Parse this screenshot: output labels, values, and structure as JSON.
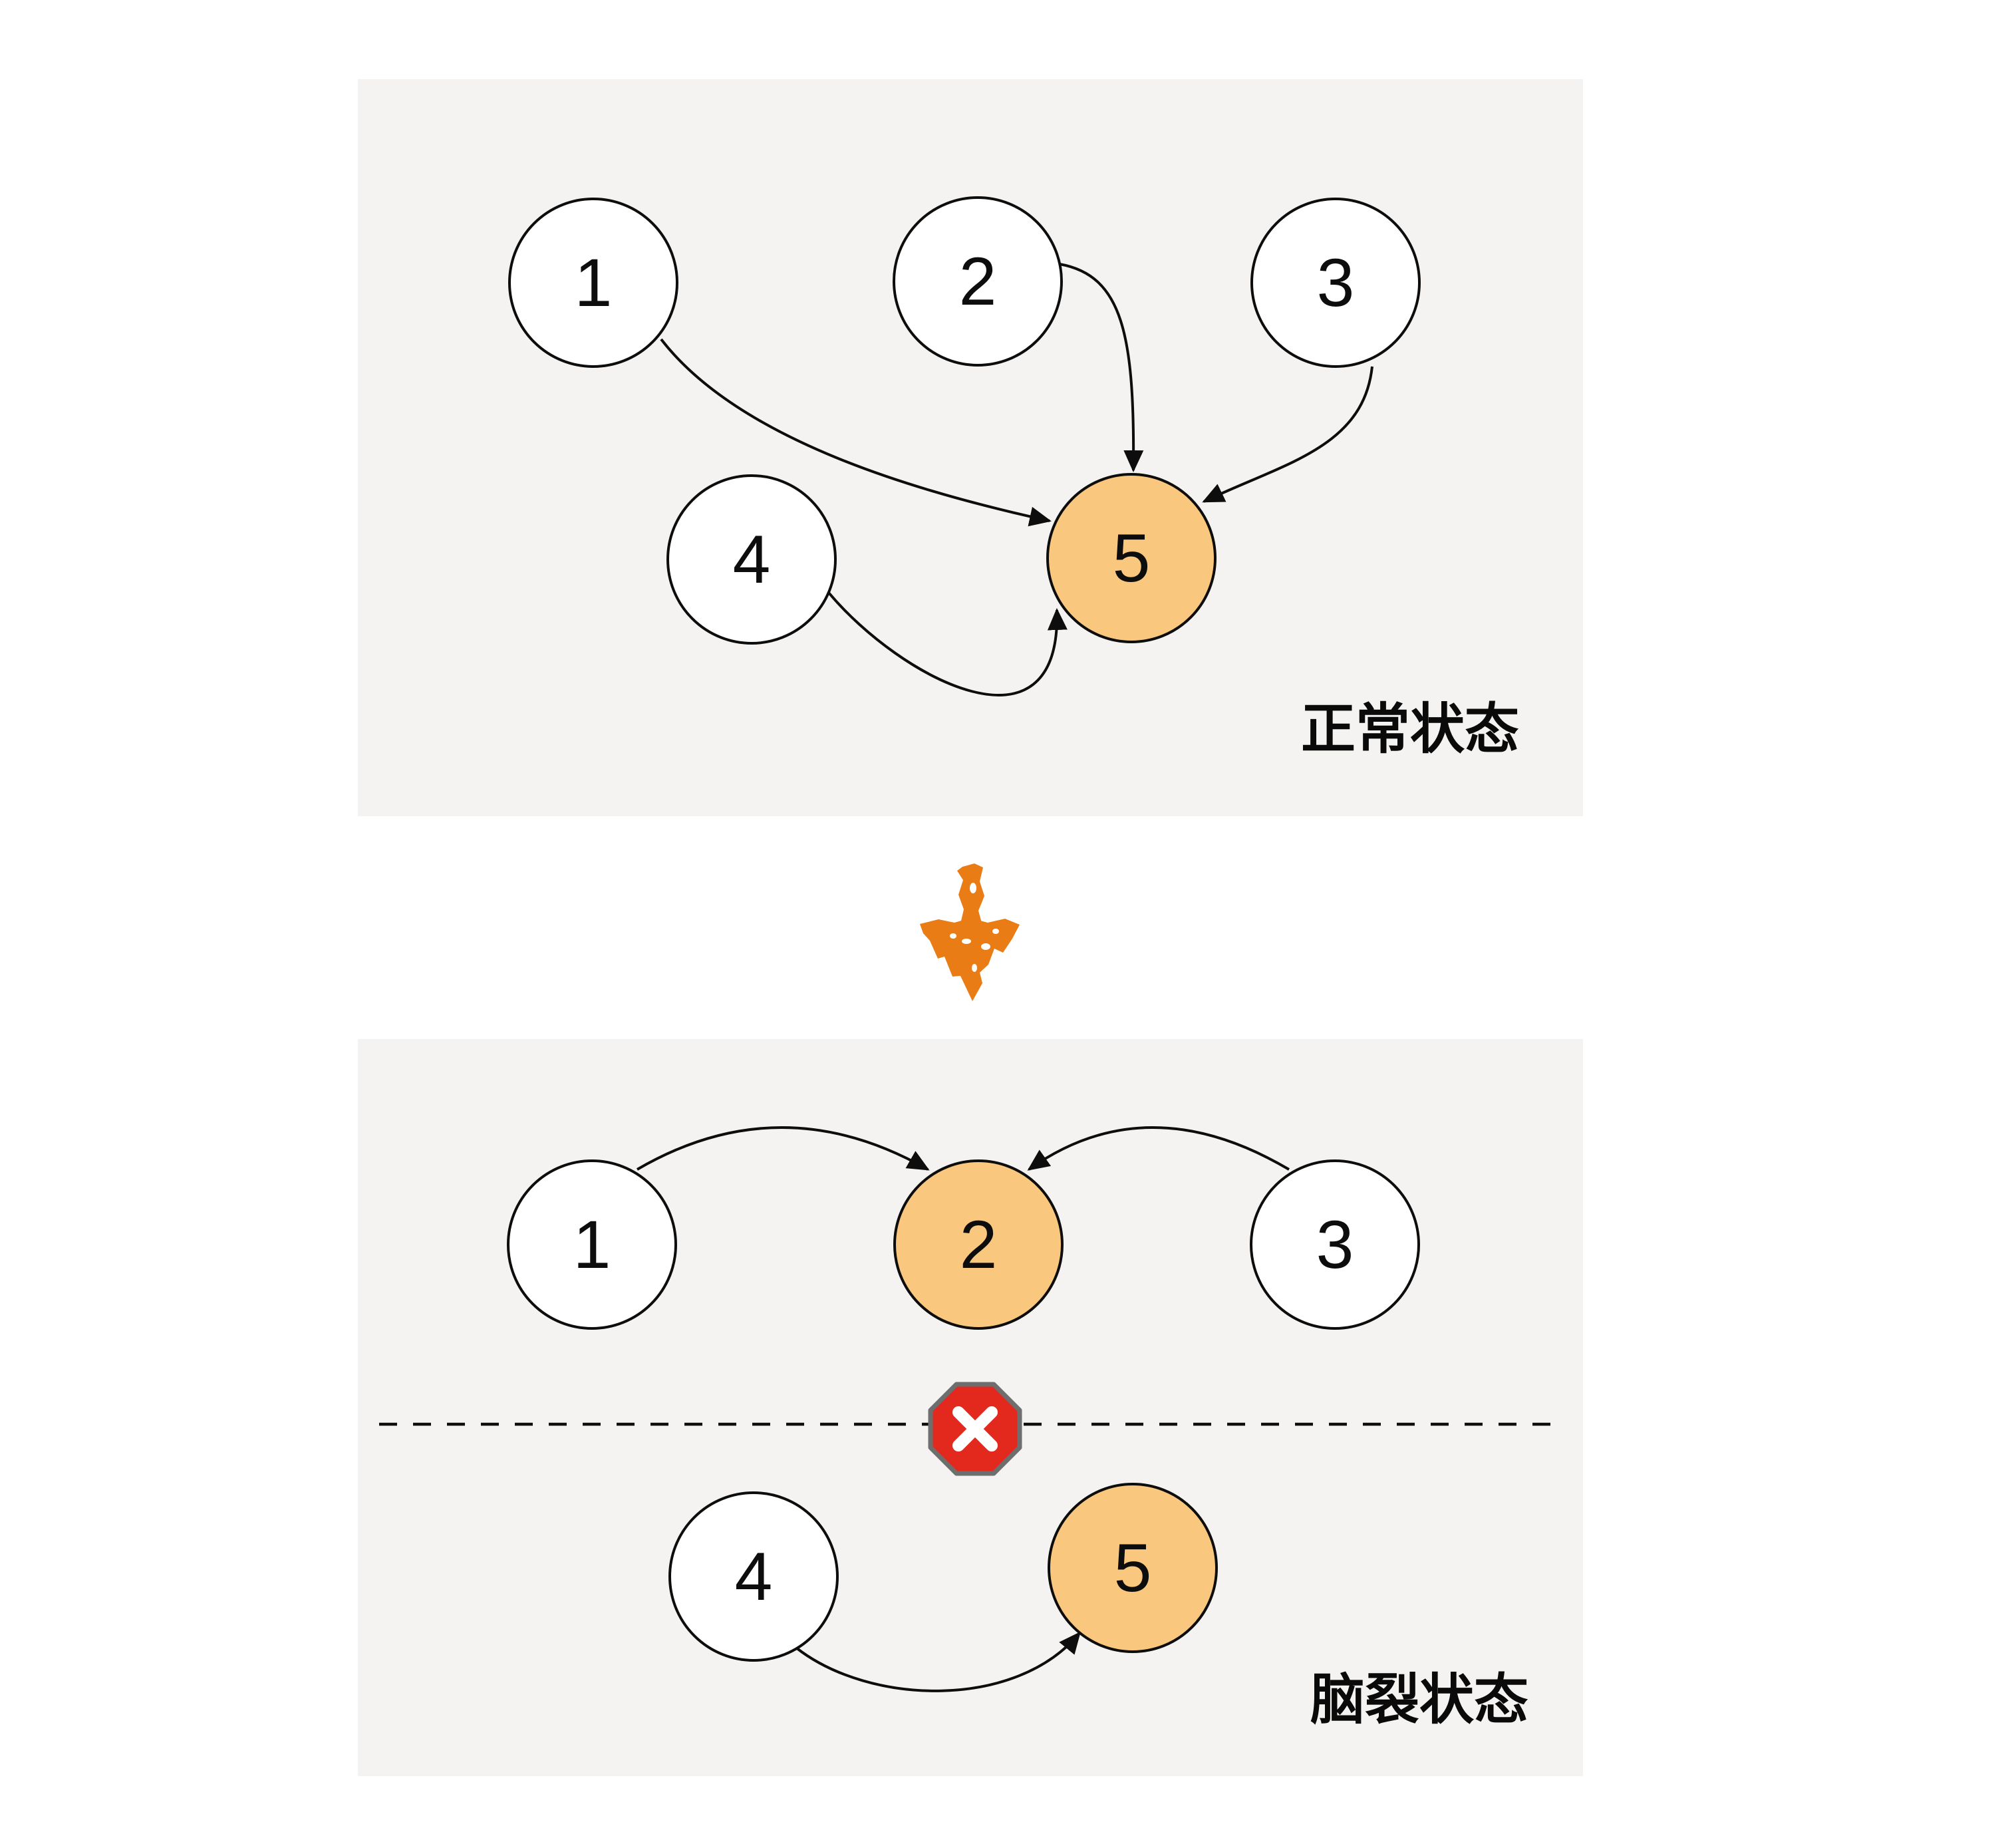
{
  "diagram": {
    "transition": {
      "icon": "down-arrow-crayon-icon",
      "color": "#e97c15"
    },
    "panels": [
      {
        "id": "normal",
        "caption": "正常状态",
        "nodes": [
          {
            "label": "1",
            "highlighted": false
          },
          {
            "label": "2",
            "highlighted": false
          },
          {
            "label": "3",
            "highlighted": false
          },
          {
            "label": "4",
            "highlighted": false
          },
          {
            "label": "5",
            "highlighted": true
          }
        ],
        "edges": [
          {
            "from": "1",
            "to": "5"
          },
          {
            "from": "2",
            "to": "5"
          },
          {
            "from": "3",
            "to": "5"
          },
          {
            "from": "4",
            "to": "5"
          }
        ]
      },
      {
        "id": "split-brain",
        "caption": "脑裂状态",
        "nodes": [
          {
            "label": "1",
            "highlighted": false
          },
          {
            "label": "2",
            "highlighted": true
          },
          {
            "label": "3",
            "highlighted": false
          },
          {
            "label": "4",
            "highlighted": false
          },
          {
            "label": "5",
            "highlighted": true
          }
        ],
        "edges": [
          {
            "from": "1",
            "to": "2"
          },
          {
            "from": "3",
            "to": "2"
          },
          {
            "from": "4",
            "to": "5"
          }
        ],
        "partition": {
          "icon": "stop-x-octagon-icon",
          "line_style": "dashed"
        }
      }
    ]
  },
  "colors": {
    "page_background": "#ffffff",
    "panel_background": "#f4f3f1",
    "node_fill": "#ffffff",
    "node_highlight_fill": "#f9c77d",
    "node_stroke": "#0d0d0d",
    "edge_stroke": "#0d0d0d",
    "caption_text": "#0a0a0a",
    "transition_arrow": "#e97c15",
    "stop_sign_fill": "#e3291d",
    "stop_sign_border": "#6e6e6e",
    "stop_sign_x": "#ffffff"
  }
}
